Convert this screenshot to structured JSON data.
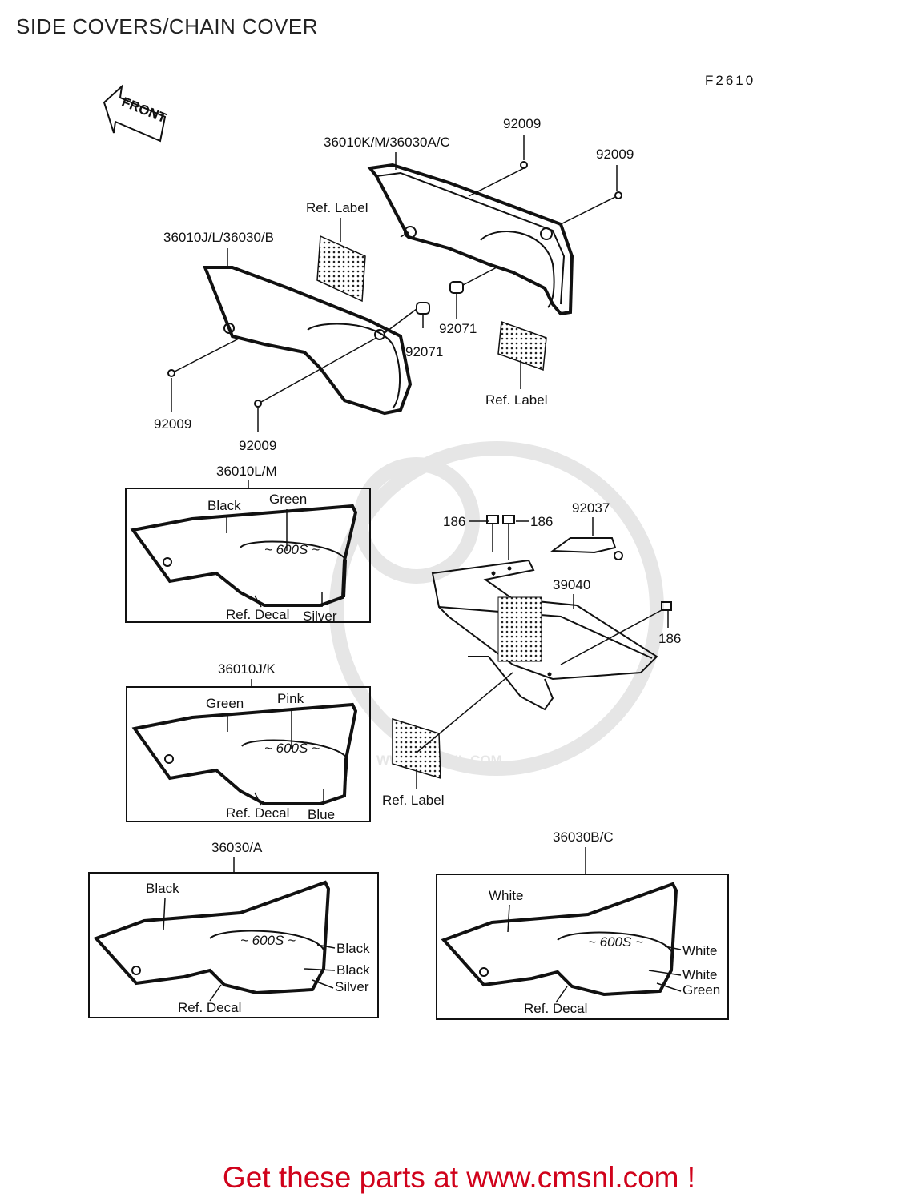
{
  "header": {
    "title": "SIDE COVERS/CHAIN COVER"
  },
  "diagram": {
    "figure_code": "F2610",
    "front_arrow_label": "FRONT",
    "callouts": {
      "c_36010KM": "36010K/M/36030A/C",
      "c_92009_a": "92009",
      "c_92009_b": "92009",
      "c_ref_label_a": "Ref. Label",
      "c_36010JL": "36010J/L/36030/B",
      "c_92071_a": "92071",
      "c_92071_b": "92071",
      "c_ref_label_b": "Ref. Label",
      "c_92009_c": "92009",
      "c_92009_d": "92009",
      "c_186_a": "186",
      "c_186_b": "186",
      "c_92037": "92037",
      "c_39040": "39040",
      "c_186_c": "186",
      "c_ref_label_c": "Ref. Label"
    },
    "variants": [
      {
        "code": "36010L/M",
        "labels": {
          "a": "Black",
          "b": "Green",
          "c": "Ref. Decal",
          "d": "Silver"
        }
      },
      {
        "code": "36010J/K",
        "labels": {
          "a": "Green",
          "b": "Pink",
          "c": "Ref. Decal",
          "d": "Blue"
        }
      },
      {
        "code": "36030/A",
        "labels": {
          "a": "Black",
          "b": "Black",
          "c": "Black",
          "d": "Silver",
          "e": "Ref. Decal"
        }
      },
      {
        "code": "36030B/C",
        "labels": {
          "a": "White",
          "b": "White",
          "c": "White",
          "d": "Green",
          "e": "Ref. Decal"
        }
      }
    ],
    "watermark": "WWW.CMSNL.COM"
  },
  "footer": {
    "text": "Get these parts at www.cmsnl.com !"
  },
  "colors": {
    "footer": "#d0021b",
    "line": "#111111",
    "watermark": "#e6e6e6"
  }
}
